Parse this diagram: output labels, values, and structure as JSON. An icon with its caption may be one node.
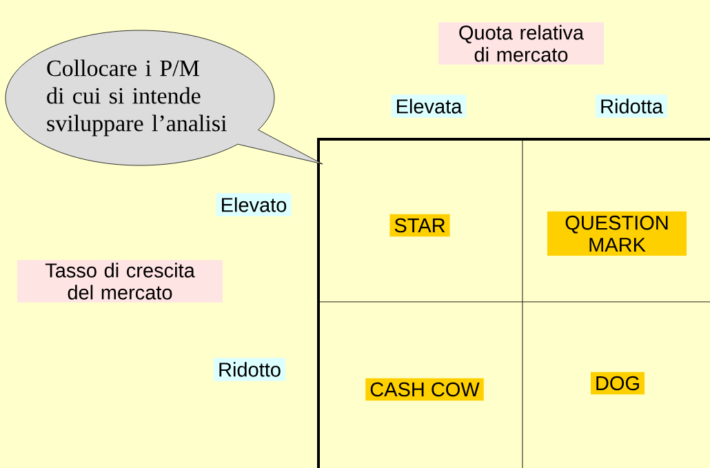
{
  "diagram": {
    "nodes": [
      {
        "text": [
          "Collocare i P/M di cui si intende sviluppare l’analisi"
        ]
      },
      {
        "text": [
          "Quota relativa di mercato"
        ]
      },
      {
        "text": [
          "Elevata"
        ]
      },
      {
        "text": [
          "Ridotta"
        ]
      },
      {
        "text": [
          "Elevato"
        ]
      },
      {
        "text": [
          "Tasso di crescita del mercato"
        ]
      },
      {
        "text": [
          "Ridotto"
        ]
      },
      {
        "text": [
          "STAR"
        ]
      },
      {
        "text": [
          "QUESTION MARK"
        ]
      },
      {
        "text": [
          "CASH COW"
        ]
      },
      {
        "text": [
          "DOG"
        ]
      }
    ]
  }
}
